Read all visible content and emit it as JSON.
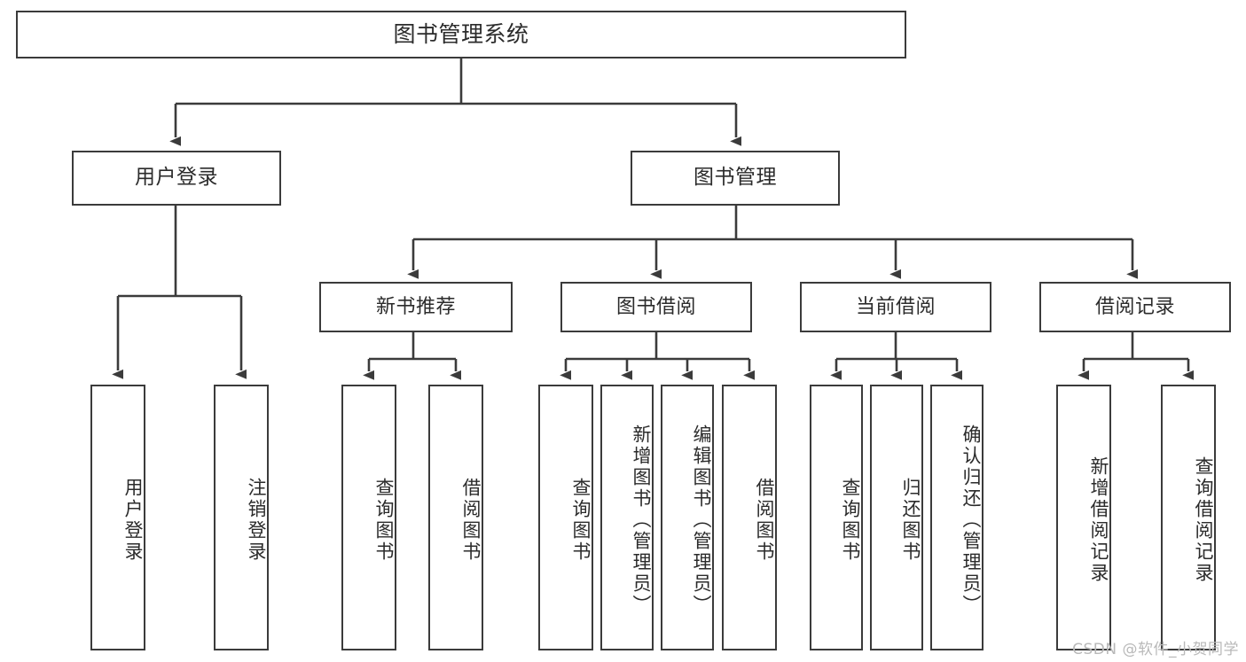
{
  "diagram": {
    "title": "图书管理系统",
    "root": {
      "label": "图书管理系统"
    },
    "level2": [
      {
        "label": "用户登录"
      },
      {
        "label": "图书管理"
      }
    ],
    "level3": [
      {
        "label": "新书推荐"
      },
      {
        "label": "图书借阅"
      },
      {
        "label": "当前借阅"
      },
      {
        "label": "借阅记录"
      }
    ],
    "leaves": {
      "user_login": [
        {
          "label": "用户登录"
        },
        {
          "label": "注销登录"
        }
      ],
      "new_book_recommend": [
        {
          "label": "查询图书"
        },
        {
          "label": "借阅图书"
        }
      ],
      "book_borrow": [
        {
          "label": "查询图书"
        },
        {
          "label": "新增图书（管理员）"
        },
        {
          "label": "编辑图书（管理员）"
        },
        {
          "label": "借阅图书"
        }
      ],
      "current_borrow": [
        {
          "label": "查询图书"
        },
        {
          "label": "归还图书"
        },
        {
          "label": "确认归还（管理员）"
        }
      ],
      "borrow_record": [
        {
          "label": "新增借阅记录"
        },
        {
          "label": "查询借阅记录"
        }
      ]
    }
  },
  "watermark": "CSDN @软件_小贺同学",
  "colors": {
    "stroke": "#3b3b3b",
    "text": "#2b2b2b",
    "background": "#ffffff",
    "watermark": "#b9b9b9"
  }
}
